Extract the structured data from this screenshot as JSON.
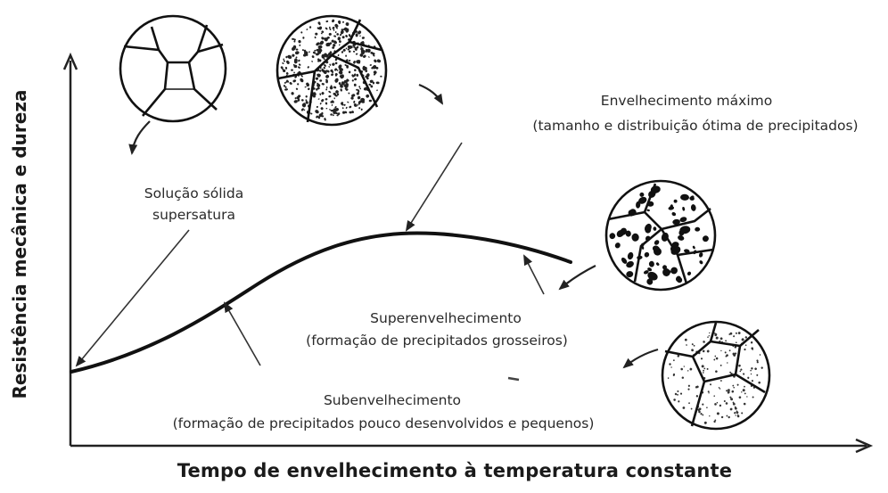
{
  "axes": {
    "x_label": "Tempo de envelhecimento à temperatura constante",
    "y_label": "Resistência mecânica e dureza"
  },
  "annotations": {
    "solucao_line1": "Solução sólida",
    "solucao_line2": "supersatura",
    "max_line1": "Envelhecimento máximo",
    "max_line2": "(tamanho e distribuição ótima de precipitados)",
    "super_line1": "Superenvelhecimento",
    "super_line2": "(formação de precipitados grosseiros)",
    "sub_line1": "Subenvelhecimento",
    "sub_line2": "(formação de precipitados pouco desenvolvidos e pequenos)"
  }
}
